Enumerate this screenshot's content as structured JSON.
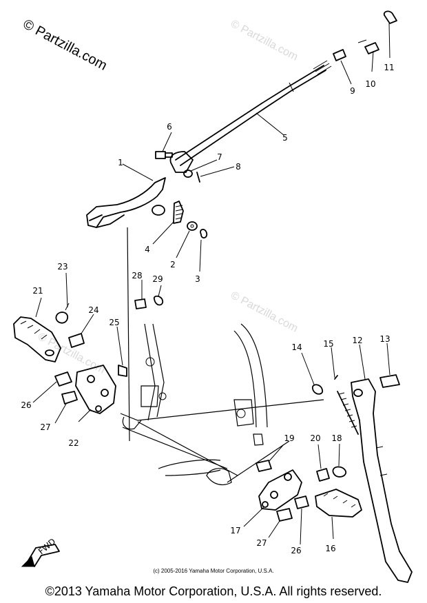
{
  "watermark": {
    "primary": "© Partzilla.com",
    "faint": "© Partzilla.com"
  },
  "callouts": [
    "1",
    "2",
    "3",
    "4",
    "5",
    "6",
    "7",
    "8",
    "9",
    "10",
    "11",
    "12",
    "13",
    "14",
    "15",
    "16",
    "17",
    "18",
    "19",
    "20",
    "21",
    "22",
    "23",
    "24",
    "25",
    "26",
    "27",
    "27",
    "28",
    "29",
    "26"
  ],
  "fwd_label": "FWD",
  "small_copyright": "(c) 2005-2016 Yamaha Motor Corporation, U.S.A.",
  "footer_copyright": "©2013 Yamaha Motor Corporation, U.S.A. All rights reserved."
}
